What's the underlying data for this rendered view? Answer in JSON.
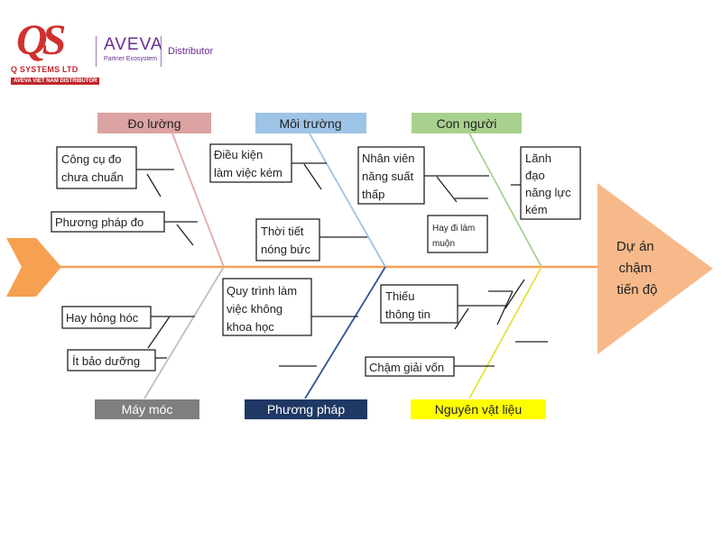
{
  "header": {
    "logo_monogram": "QS",
    "company": "Q SYSTEMS LTD",
    "company_tagline": "AVEVA VIET NAM DISTRIBUTOR",
    "partner_brand": "AVEVA",
    "partner_sub": "Partner Ecosystem",
    "role": "Distributor"
  },
  "diagram": {
    "effect": [
      "Dự án",
      "chậm",
      "tiến độ"
    ],
    "categories": [
      {
        "id": "measurement",
        "label": "Đo lường",
        "color": "#dca3a3",
        "text_color": "#222222"
      },
      {
        "id": "environment",
        "label": "Môi trường",
        "color": "#9dc3e6",
        "text_color": "#222222"
      },
      {
        "id": "people",
        "label": "Con người",
        "color": "#a9d18e",
        "text_color": "#222222"
      },
      {
        "id": "machine",
        "label": "Máy móc",
        "color": "#7f7f7f",
        "text_color": "#ffffff"
      },
      {
        "id": "method",
        "label": "Phương pháp",
        "color": "#1f3864",
        "text_color": "#ffffff"
      },
      {
        "id": "material",
        "label": "Nguyên vật liệu",
        "color": "#ffff00",
        "text_color": "#222222"
      }
    ],
    "causes": {
      "measurement_tool": [
        "Công cụ đo",
        "chưa chuẩn"
      ],
      "measurement_method": [
        "Phương pháp đo"
      ],
      "environment_conditions": [
        "Điều kiện",
        "làm việc kém"
      ],
      "environment_weather": [
        "Thời tiết",
        "nóng bức"
      ],
      "people_productivity": [
        "Nhân viên",
        "năng suất",
        "thấp"
      ],
      "people_late": [
        "Hay đi làm",
        "muộn"
      ],
      "people_leader": [
        "Lãnh",
        "đạo",
        "năng lực",
        "kém"
      ],
      "machine_broken": [
        "Hay hỏng hóc"
      ],
      "machine_maintenance": [
        "Ít bảo dưỡng"
      ],
      "method_process": [
        "Quy trình làm",
        "việc không",
        "khoa học"
      ],
      "material_info": [
        "Thiếu",
        "thông tin"
      ],
      "material_funds": [
        "Chậm giải vốn"
      ]
    }
  }
}
